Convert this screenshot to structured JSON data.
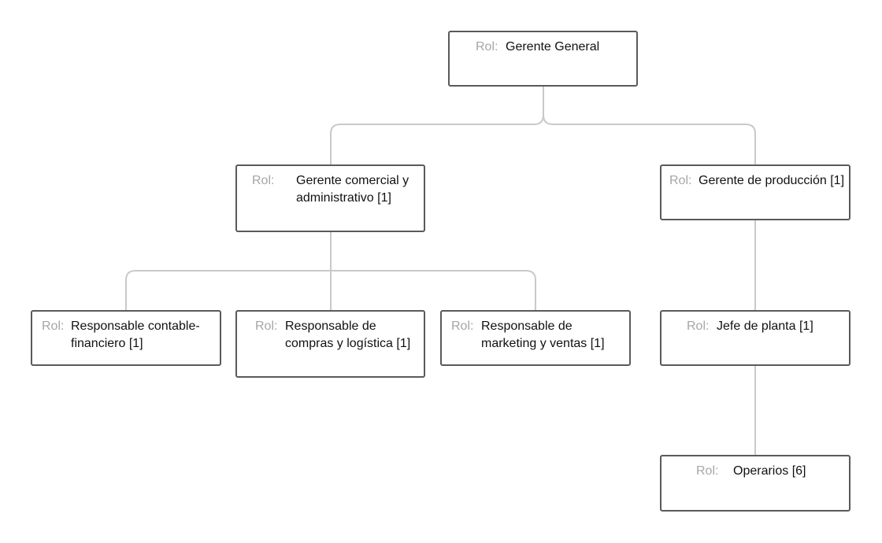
{
  "nodes": {
    "gerente_general": {
      "label": "Rol:",
      "value": "Gerente General"
    },
    "gerente_comercial": {
      "label": "Rol:",
      "value": "Gerente comercial y administrativo [1]"
    },
    "gerente_produccion": {
      "label": "Rol:",
      "value": "Gerente de producción [1]"
    },
    "resp_contable": {
      "label": "Rol:",
      "value": "Responsable contable-financiero [1]"
    },
    "resp_compras": {
      "label": "Rol:",
      "value": "Responsable de compras y logística [1]"
    },
    "resp_marketing": {
      "label": "Rol:",
      "value": "Responsable de marketing y ventas [1]"
    },
    "jefe_planta": {
      "label": "Rol:",
      "value": "Jefe de planta [1]"
    },
    "operarios": {
      "label": "Rol:",
      "value": "Operarios [6]"
    }
  }
}
